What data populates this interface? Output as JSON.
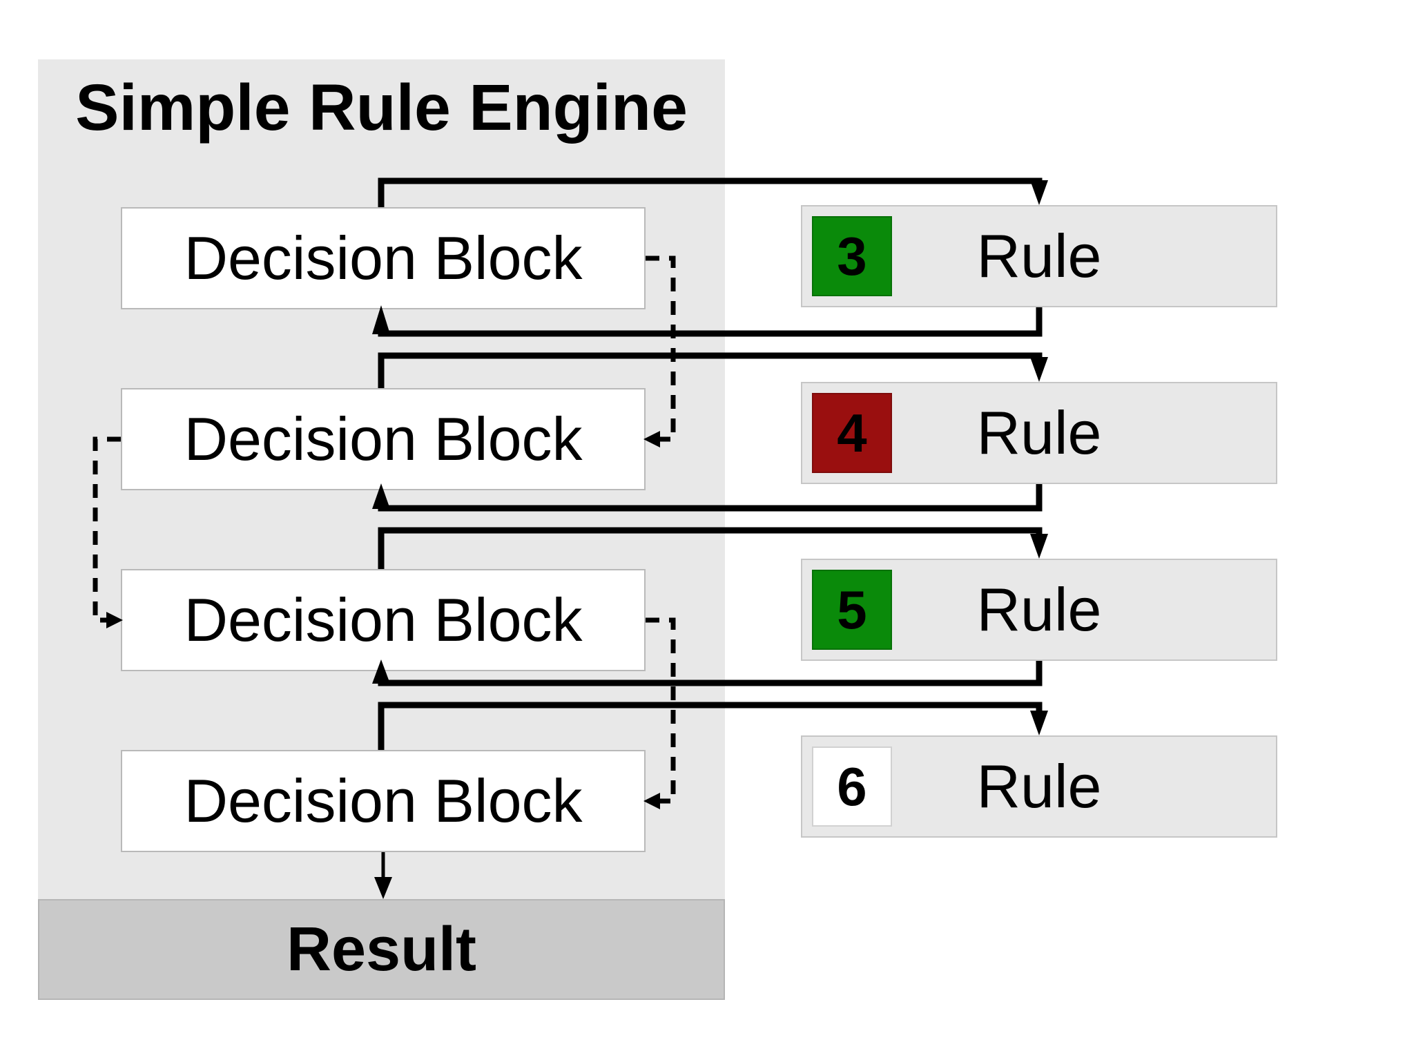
{
  "diagram": {
    "title": "Simple Rule Engine",
    "panel_bg": "#e8e8e8",
    "line_color": "#000000",
    "result": {
      "label": "Result",
      "bg": "#c9c9c9"
    },
    "decision_blocks": [
      {
        "label": "Decision Block"
      },
      {
        "label": "Decision Block"
      },
      {
        "label": "Decision Block"
      },
      {
        "label": "Decision Block"
      }
    ],
    "rules": [
      {
        "number": "3",
        "label": "Rule",
        "badge_color": "#0a8a0a"
      },
      {
        "number": "4",
        "label": "Rule",
        "badge_color": "#9a0f0f"
      },
      {
        "number": "5",
        "label": "Rule",
        "badge_color": "#0a8a0a"
      },
      {
        "number": "6",
        "label": "Rule",
        "badge_color": "#ffffff"
      }
    ]
  }
}
